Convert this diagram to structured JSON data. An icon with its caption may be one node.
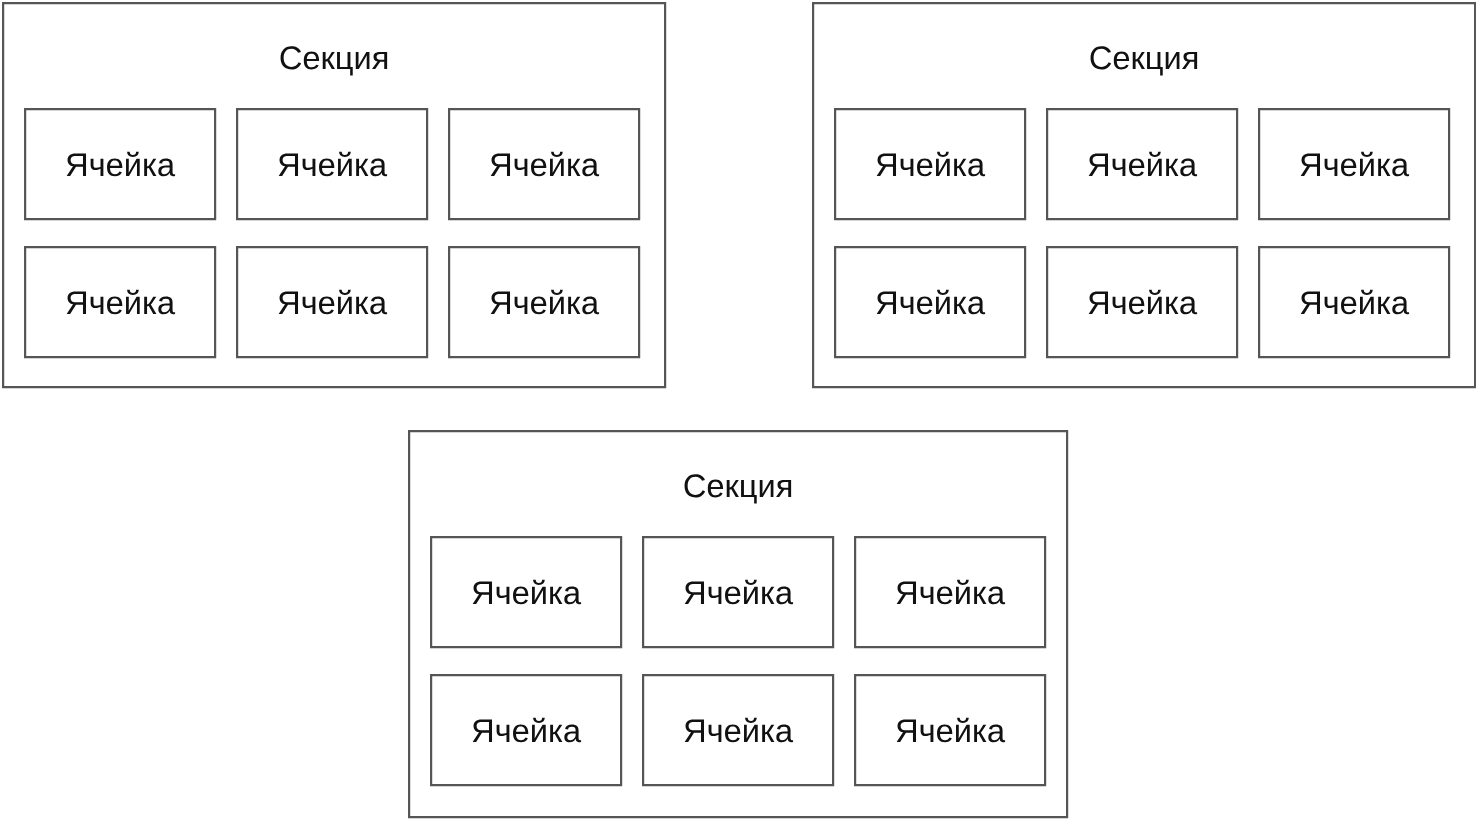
{
  "diagram": {
    "nodes": [
      {
        "text": [
          "Секция"
        ]
      },
      {
        "text": [
          "Ячейка"
        ],
        "in": 0
      },
      {
        "text": [
          "Ячейка"
        ],
        "in": 0
      },
      {
        "text": [
          "Ячейка"
        ],
        "in": 0
      },
      {
        "text": [
          "Ячейка"
        ],
        "in": 0
      },
      {
        "text": [
          "Ячейка"
        ],
        "in": 0
      },
      {
        "text": [
          "Ячейка"
        ],
        "in": 0
      },
      {
        "text": [
          "Секция"
        ]
      },
      {
        "text": [
          "Ячейка"
        ],
        "in": 7
      },
      {
        "text": [
          "Ячейка"
        ],
        "in": 7
      },
      {
        "text": [
          "Ячейка"
        ],
        "in": 7
      },
      {
        "text": [
          "Ячейка"
        ],
        "in": 7
      },
      {
        "text": [
          "Ячейка"
        ],
        "in": 7
      },
      {
        "text": [
          "Ячейка"
        ],
        "in": 7
      },
      {
        "text": [
          "Секция"
        ]
      },
      {
        "text": [
          "Ячейка"
        ],
        "in": 14
      },
      {
        "text": [
          "Ячейка"
        ],
        "in": 14
      },
      {
        "text": [
          "Ячейка"
        ],
        "in": 14
      },
      {
        "text": [
          "Ячейка"
        ],
        "in": 14
      },
      {
        "text": [
          "Ячейка"
        ],
        "in": 14
      },
      {
        "text": [
          "Ячейка"
        ],
        "in": 14
      }
    ]
  }
}
